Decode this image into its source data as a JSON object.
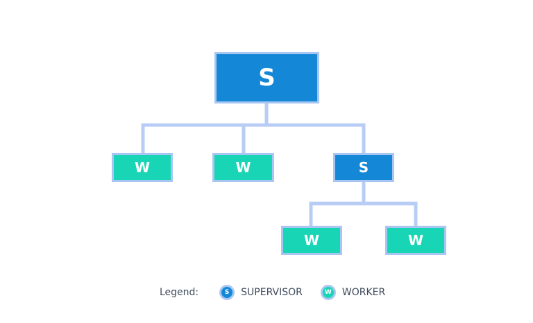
{
  "diagram": {
    "colors": {
      "supervisor_fill": "#1488d6",
      "supervisor_border": "#a9c6f2",
      "worker_fill": "#18d6b5",
      "worker_border": "#a9c6f2",
      "connector": "#b8cdf5"
    },
    "nodes": [
      {
        "id": "root",
        "type": "supervisor",
        "label": "S"
      },
      {
        "id": "w1",
        "type": "worker",
        "label": "W"
      },
      {
        "id": "w2",
        "type": "worker",
        "label": "W"
      },
      {
        "id": "s2",
        "type": "supervisor",
        "label": "S"
      },
      {
        "id": "w3",
        "type": "worker",
        "label": "W"
      },
      {
        "id": "w4",
        "type": "worker",
        "label": "W"
      }
    ],
    "edges": [
      {
        "from": "root",
        "to": "w1"
      },
      {
        "from": "root",
        "to": "w2"
      },
      {
        "from": "root",
        "to": "s2"
      },
      {
        "from": "s2",
        "to": "w3"
      },
      {
        "from": "s2",
        "to": "w4"
      }
    ]
  },
  "legend": {
    "title": "Legend:",
    "items": [
      {
        "type": "supervisor",
        "badge": "S",
        "label": "SUPERVISOR"
      },
      {
        "type": "worker",
        "badge": "W",
        "label": "WORKER"
      }
    ]
  }
}
